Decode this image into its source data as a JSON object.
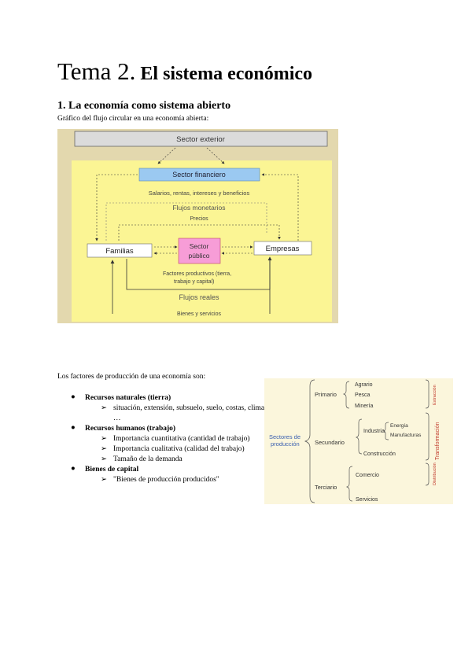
{
  "doc": {
    "title_num": "Tema 2.",
    "title_text": "El sistema económico",
    "section": "1. La economía como sistema abierto",
    "caption": "Gráfico del flujo circular en una economía abierta:"
  },
  "diagram1": {
    "sector_exterior": "Sector exterior",
    "sector_financiero": "Sector financiero",
    "salarios": "Salarios, rentas, intereses y beneficios",
    "flujos_monetarios": "Flujos monetarios",
    "precios": "Precios",
    "familias": "Familias",
    "sector_publico_1": "Sector",
    "sector_publico_2": "público",
    "empresas": "Empresas",
    "factores_1": "Factores productivos (tierra,",
    "factores_2": "trabajo y capital)",
    "flujos_reales": "Flujos reales",
    "bienes": "Bienes y servicios",
    "colors": {
      "outer": "#e3d8ae",
      "inner": "#fbf594",
      "financiero": "#9bc9f1",
      "publico": "#f79dd7",
      "exterior": "#dbdbdb"
    }
  },
  "factors": {
    "intro": "Los factores de producción de una economía son:",
    "items": [
      {
        "label": "Recursos naturales (tierra)",
        "subs": [
          "situación, extensión, subsuelo, suelo, costas, clima, …"
        ]
      },
      {
        "label": "Recursos humanos (trabajo)",
        "subs": [
          "Importancia cuantitativa (cantidad de trabajo)",
          "Importancia cualitativa (calidad del trabajo)",
          "Tamaño de la demanda"
        ]
      },
      {
        "label": "Bienes de capital",
        "subs": [
          "\"Bienes de producción producidos\""
        ]
      }
    ]
  },
  "diagram2": {
    "root_1": "Sectores de",
    "root_2": "producción",
    "primario": "Primario",
    "agrario": "Agrario",
    "pesca": "Pesca",
    "mineria": "Minería",
    "secundario": "Secundario",
    "industria": "Industria",
    "energia": "Energía",
    "manufacturas": "Manufacturas",
    "construccion": "Construcción",
    "terciario": "Terciario",
    "comercio": "Comercio",
    "servicios": "Servicios",
    "extraccion": "Extracción",
    "transformacion": "Transformación",
    "distribucion": "Distribución",
    "colors": {
      "bg": "#fbf6dc",
      "root": "#3a5fb0",
      "side": "#c0392b"
    }
  }
}
